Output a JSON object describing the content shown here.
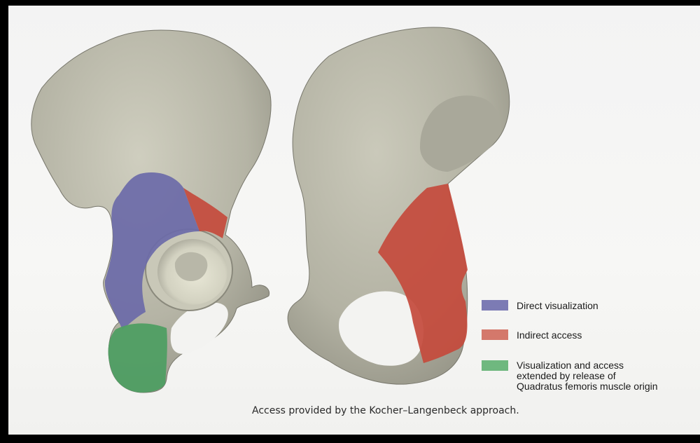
{
  "colors": {
    "bone": "#b9b8a9",
    "bone_shadow": "#8e8d80",
    "bone_highlight": "#dcdbcc",
    "direct_visualization": "#6b6aa8",
    "indirect_access": "#c44a3c",
    "extended_access": "#4f9e63",
    "background": "#f4f4f2"
  },
  "legend": {
    "items": [
      {
        "key": "direct_visualization",
        "label": "Direct visualization"
      },
      {
        "key": "indirect_access",
        "label": "Indirect access"
      },
      {
        "key": "extended_access",
        "label": "Visualization and access\nextended by release of\nQuadratus femoris muscle origin"
      }
    ]
  },
  "caption": "Access provided by the Kocher–Langenbeck approach."
}
